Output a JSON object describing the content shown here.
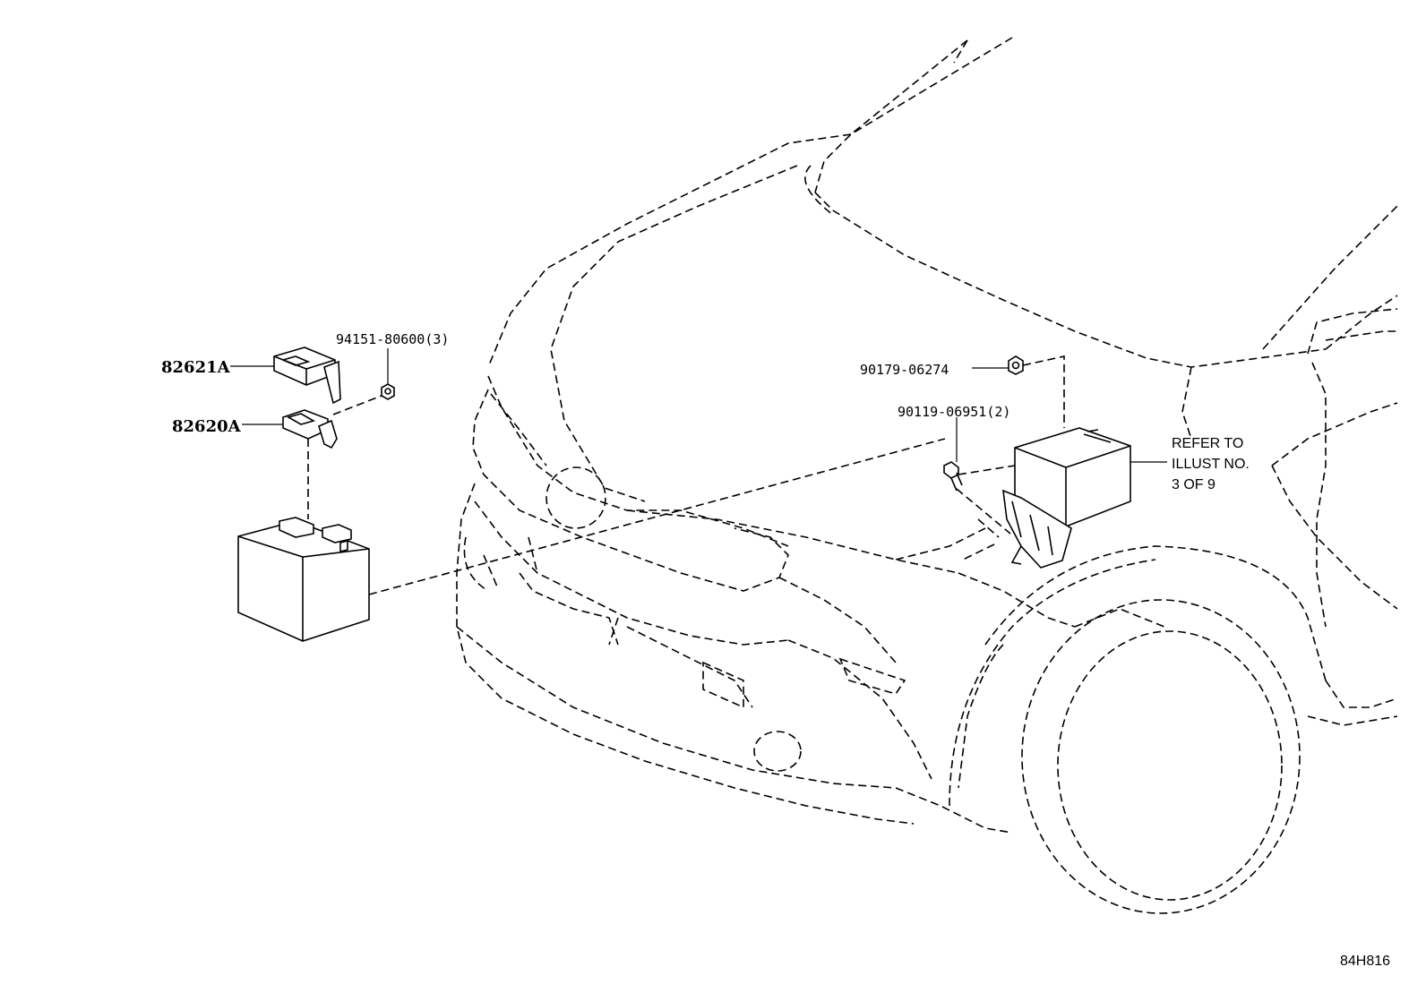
{
  "labels": {
    "p82621a": "82621A",
    "p82620a": "82620A",
    "p94151": "94151-80600(3)",
    "p90179": "90179-06274",
    "p90119": "90119-06951(2)",
    "refer_line1": "REFER TO",
    "refer_line2": "ILLUST NO.",
    "refer_line3": "3 OF 9",
    "illustration_code": "84H816"
  }
}
